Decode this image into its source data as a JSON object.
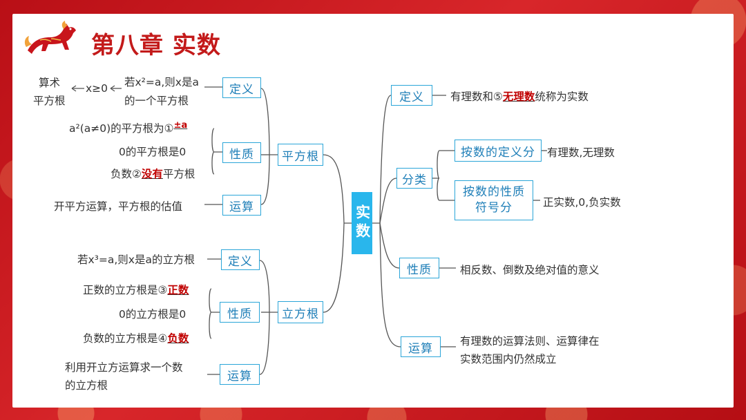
{
  "title": "第八章 实数",
  "root": "实数",
  "left": {
    "square_root": {
      "label": "平方根",
      "definition": {
        "label": "定义",
        "text1": "若x²=a,则x是a",
        "text2": "的一个平方根",
        "arith_condition": "x≥0",
        "arith_line1": "算术",
        "arith_line2": "平方根"
      },
      "properties": {
        "label": "性质",
        "p1": "a²(a≠0)的平方根为①",
        "p1_answer": "±a",
        "p2": "0的平方根是0",
        "p3_pre": "负数②",
        "p3_answer": "没有",
        "p3_post": "平方根"
      },
      "operation": {
        "label": "运算",
        "text": "开平方运算，平方根的估值"
      }
    },
    "cube_root": {
      "label": "立方根",
      "definition": {
        "label": "定义",
        "text": "若x³=a,则x是a的立方根"
      },
      "properties": {
        "label": "性质",
        "p1": "正数的立方根是③",
        "p1_answer": "正数",
        "p2": "0的立方根是0",
        "p3": "负数的立方根是④",
        "p3_answer": "负数"
      },
      "operation": {
        "label": "运算",
        "text1": "利用开立方运算求一个数",
        "text2": "的立方根"
      }
    }
  },
  "right": {
    "definition": {
      "label": "定义",
      "pre": "有理数和⑤",
      "answer": "无理数",
      "post": "统称为实数"
    },
    "classification": {
      "label": "分类",
      "by_definition": "按数的定义分",
      "by_definition_result": "有理数,无理数",
      "by_sign_line1": "按数的性质",
      "by_sign_line2": "符号分",
      "by_sign_result": "正实数,0,负实数"
    },
    "properties": {
      "label": "性质",
      "text": "相反数、倒数及绝对值的意义"
    },
    "operation": {
      "label": "运算",
      "text1": "有理数的运算法则、运算律在",
      "text2": "实数范围内仍然成立"
    }
  },
  "colors": {
    "frame": "#c8151b",
    "title": "#c31a1a",
    "box_border": "#2aa5d8",
    "root_fill": "#29b6ec",
    "answer": "#c00000"
  }
}
